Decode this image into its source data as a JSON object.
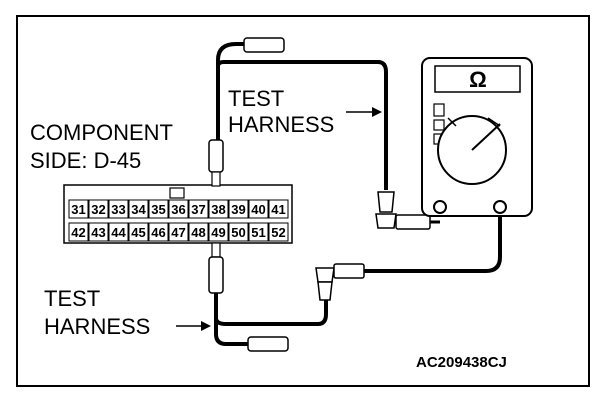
{
  "labels": {
    "test_harness_top_1": "TEST",
    "test_harness_top_2": "HARNESS",
    "component_1": "COMPONENT",
    "component_2": "SIDE: D-45",
    "test_harness_bottom_1": "TEST",
    "test_harness_bottom_2": "HARNESS",
    "figure_code": "AC209438CJ",
    "meter_symbol": "Ω"
  },
  "connector": {
    "row1": [
      "31",
      "32",
      "33",
      "34",
      "35",
      "36",
      "37",
      "38",
      "39",
      "40",
      "41"
    ],
    "row2": [
      "42",
      "43",
      "44",
      "45",
      "46",
      "47",
      "48",
      "49",
      "50",
      "51",
      "52"
    ]
  },
  "colors": {
    "line": "#000000",
    "background": "#ffffff"
  }
}
